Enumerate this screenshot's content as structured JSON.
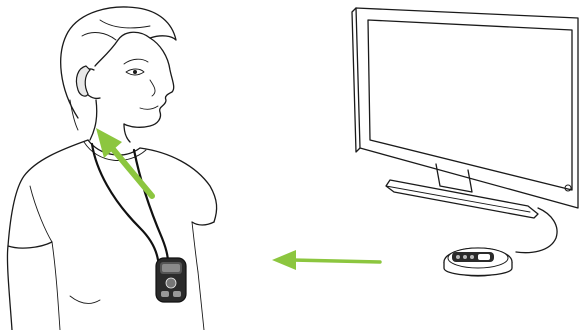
{
  "illustration": {
    "arrow_color": "#8cc63f",
    "line_color": "#1a1a1a",
    "background": "#ffffff",
    "elements": [
      "person-with-hearing-aid",
      "neckloop-streamer",
      "flat-screen-tv",
      "tv-streamer-base",
      "signal-arrow-to-ear",
      "signal-arrow-from-base"
    ]
  }
}
